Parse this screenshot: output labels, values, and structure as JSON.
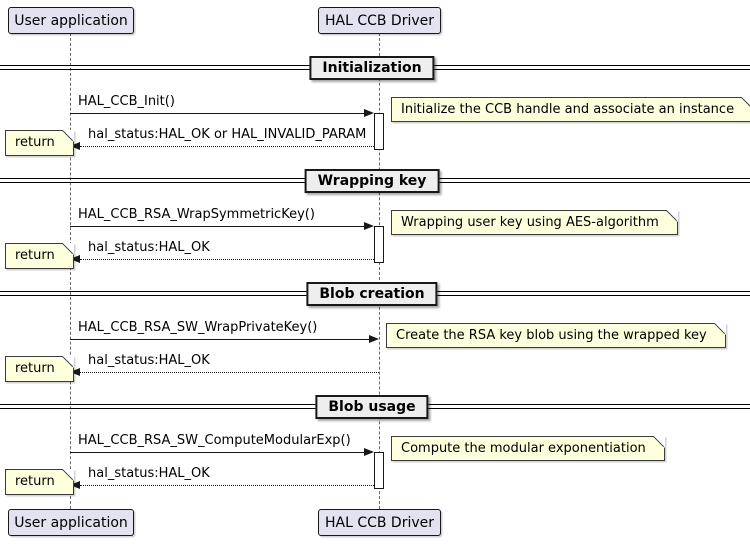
{
  "participants": [
    {
      "label": "User application"
    },
    {
      "label": "HAL CCB Driver"
    }
  ],
  "sections": [
    {
      "divider": "Initialization",
      "call": "HAL_CCB_Init()",
      "note": "Initialize the CCB handle and associate an instance",
      "return": "hal_status:HAL_OK or HAL_INVALID_PARAM",
      "return_note": "return"
    },
    {
      "divider": "Wrapping key",
      "call": "HAL_CCB_RSA_WrapSymmetricKey()",
      "note": "Wrapping user key using AES-algorithm",
      "return": "hal_status:HAL_OK",
      "return_note": "return"
    },
    {
      "divider": "Blob creation",
      "call": "HAL_CCB_RSA_SW_WrapPrivateKey()",
      "note": "Create the RSA key blob using the wrapped key",
      "return": "hal_status:HAL_OK",
      "return_note": "return"
    },
    {
      "divider": "Blob usage",
      "call": "HAL_CCB_RSA_SW_ComputeModularExp()",
      "note": "Compute the modular exponentiation",
      "return": "hal_status:HAL_OK",
      "return_note": "return"
    }
  ],
  "colors": {
    "participant_fill": "#E2E2F0",
    "note_fill": "#FEFFDD",
    "divider_fill": "#EEEEEE",
    "border": "#181818",
    "lifeline": "#696969",
    "background": "#FFFFFF"
  }
}
